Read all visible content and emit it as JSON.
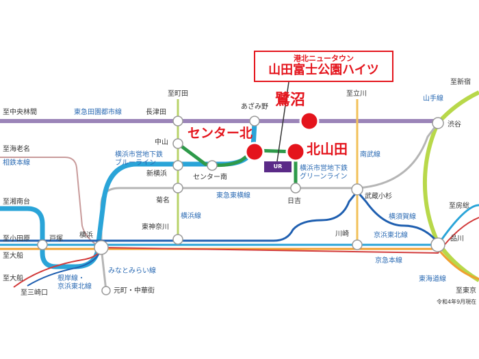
{
  "callout": {
    "line1": "港北ニュータウン",
    "line2": "山田富士公園ハイツ"
  },
  "highlight_stations": [
    {
      "id": "sagisawa",
      "name": "鷺沼"
    },
    {
      "id": "center_kita",
      "name": "センター北"
    },
    {
      "id": "kitayamata",
      "name": "北山田"
    }
  ],
  "stations": [
    {
      "id": "nagatsuta",
      "name": "長津田"
    },
    {
      "id": "azamino",
      "name": "あざみ野"
    },
    {
      "id": "shibuya",
      "name": "渋谷"
    },
    {
      "id": "nakayama",
      "name": "中山"
    },
    {
      "id": "shin_yokohama",
      "name": "新横浜"
    },
    {
      "id": "center_minami",
      "name": "センター南"
    },
    {
      "id": "kikuna",
      "name": "菊名"
    },
    {
      "id": "hiyoshi",
      "name": "日吉"
    },
    {
      "id": "musashi_kosugi",
      "name": "武蔵小杉"
    },
    {
      "id": "higashi_kanagawa",
      "name": "東神奈川"
    },
    {
      "id": "totsuka",
      "name": "戸塚"
    },
    {
      "id": "yokohama",
      "name": "横浜"
    },
    {
      "id": "kawasaki",
      "name": "川崎"
    },
    {
      "id": "shinagawa",
      "name": "品川"
    },
    {
      "id": "motomachi",
      "name": "元町・中華街"
    }
  ],
  "directions": {
    "to_machida": "至町田",
    "to_tachikawa": "至立川",
    "to_shinjuku": "至新宿",
    "to_chuo_rinkan": "至中央林間",
    "to_ebina": "至海老名",
    "to_shonandai": "至湘南台",
    "to_odawara": "至小田原",
    "to_ofuna1": "至大船",
    "to_ofuna2": "至大船",
    "to_misakiguchi": "至三崎口",
    "to_boso": "至房総",
    "to_tokyo": "至東京"
  },
  "lines": {
    "denentoshi": "東急田園都市線",
    "sotetsu": "相鉄本線",
    "subway_blue": "横浜市営地下鉄\nブルーライン",
    "subway_green": "横浜市営地下鉄\nグリーンライン",
    "toyoko": "東急東横線",
    "yokohama_line": "横浜線",
    "nambu": "南武線",
    "yamanote": "山手線",
    "yokosuka": "横須賀線",
    "keihin_tohoku": "京浜東北線",
    "keikyu": "京急本線",
    "tokaido": "東海道線",
    "negishi": "根岸線・\n京浜東北線",
    "minatomirai": "みなとみらい線"
  },
  "note": "令和4年9月現在",
  "logo_text": "UR",
  "colors": {
    "denentoshi": "#9b84b8",
    "blue_line": "#2aa4d8",
    "green_line": "#2e9a4a",
    "toyoko": "#b5b5b5",
    "yokohama_line": "#b8d36a",
    "nambu": "#f2c15a",
    "yamanote": "#b8d84a",
    "yokosuka": "#1f5fb0",
    "keikyu": "#d23a3a",
    "tokaido": "#f0a030",
    "sotetsu": "#c89a9a",
    "highlight": "#e4141c"
  }
}
